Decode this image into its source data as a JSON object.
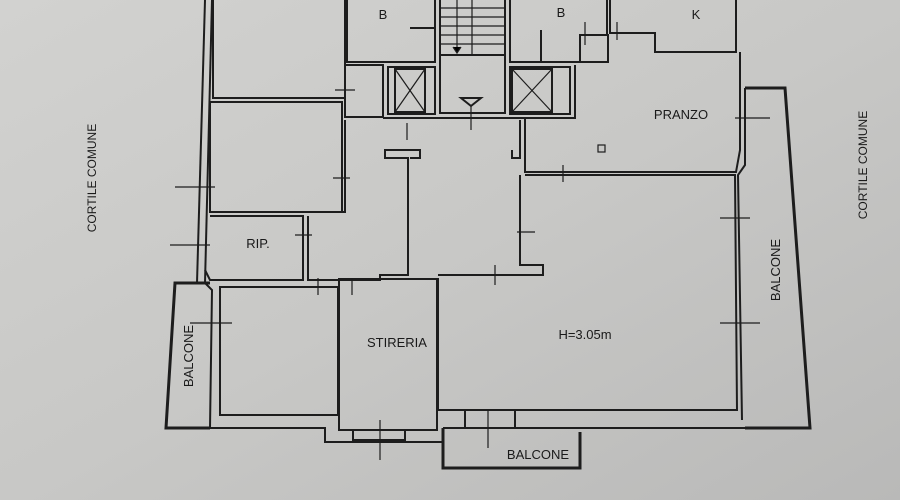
{
  "plan": {
    "outside_left": "CORTILE COMUNE",
    "outside_right": "CORTILE COMUNE",
    "rooms": {
      "bath_left": "B",
      "bath_right": "B",
      "kitchen": "K",
      "dining": "PRANZO",
      "storage": "RIP.",
      "ironing": "STIRERIA",
      "ceiling_height": "H=3.05m"
    },
    "balconies": {
      "left": "BALCONE",
      "right": "BALCONE",
      "bottom": "BALCONE"
    }
  }
}
